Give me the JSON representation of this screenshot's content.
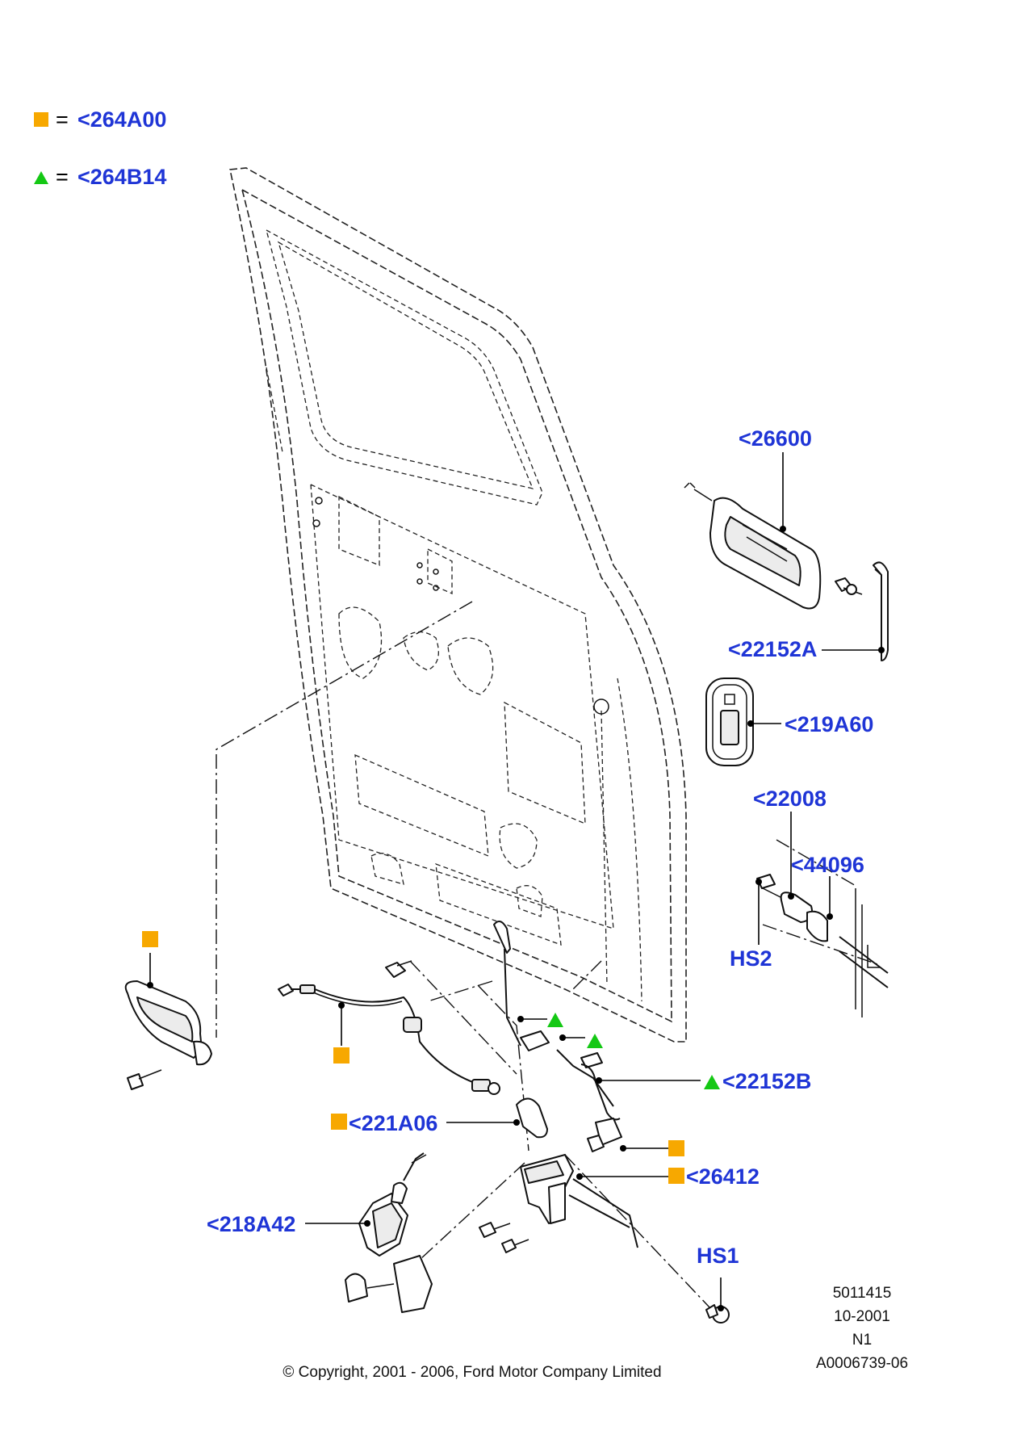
{
  "legend": [
    {
      "marker": "square",
      "color": "#f7a800",
      "equals": "=",
      "code": "<264A00"
    },
    {
      "marker": "triangle",
      "color": "#14c814",
      "equals": "=",
      "code": "<264B14"
    }
  ],
  "callouts": {
    "p26600": "<26600",
    "p22152A": "<22152A",
    "p219A60": "<219A60",
    "p22008": "<22008",
    "p44096": "<44096",
    "hs2": "HS2",
    "p22152B": "<22152B",
    "p221A06": "<221A06",
    "p26412": "<26412",
    "p218A42": "<218A42",
    "hs1": "HS1"
  },
  "info_block": {
    "line1": "5011415",
    "line2": "10-2001",
    "line3": "N1",
    "line4": "A0006739-06"
  },
  "copyright": "© Copyright, 2001 - 2006, Ford Motor Company Limited",
  "colors": {
    "callout_blue": "#1f35d6",
    "marker_orange": "#f7a800",
    "marker_green": "#14c814"
  }
}
